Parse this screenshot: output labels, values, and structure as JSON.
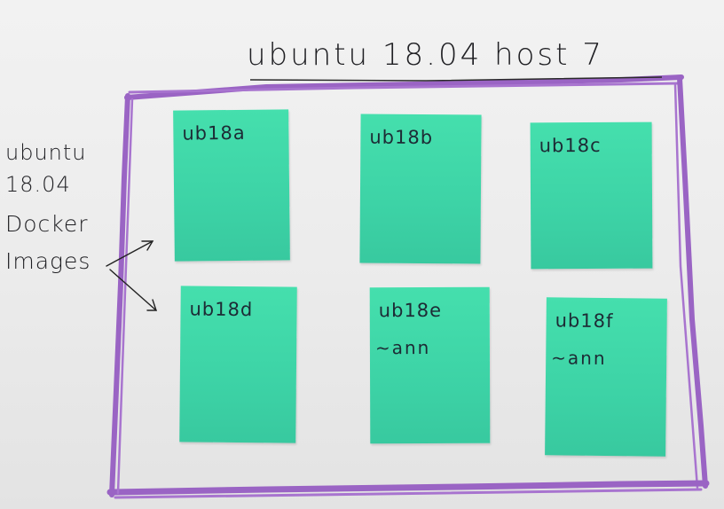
{
  "title": "ubuntu 18.04 host 7",
  "side_label": {
    "line1": "ubuntu",
    "line2": "18.04",
    "line3": "Docker",
    "line4": "Images"
  },
  "notes": [
    {
      "label": "ub18a",
      "sub": ""
    },
    {
      "label": "ub18b",
      "sub": ""
    },
    {
      "label": "ub18c",
      "sub": ""
    },
    {
      "label": "ub18d",
      "sub": ""
    },
    {
      "label": "ub18e",
      "sub": "~ann"
    },
    {
      "label": "ub18f",
      "sub": "~ann"
    }
  ],
  "colors": {
    "marker_purple": "#9a64c4",
    "sticky_green": "#3fd6a7",
    "ink": "#1f1f23",
    "paper": "#ededed"
  }
}
